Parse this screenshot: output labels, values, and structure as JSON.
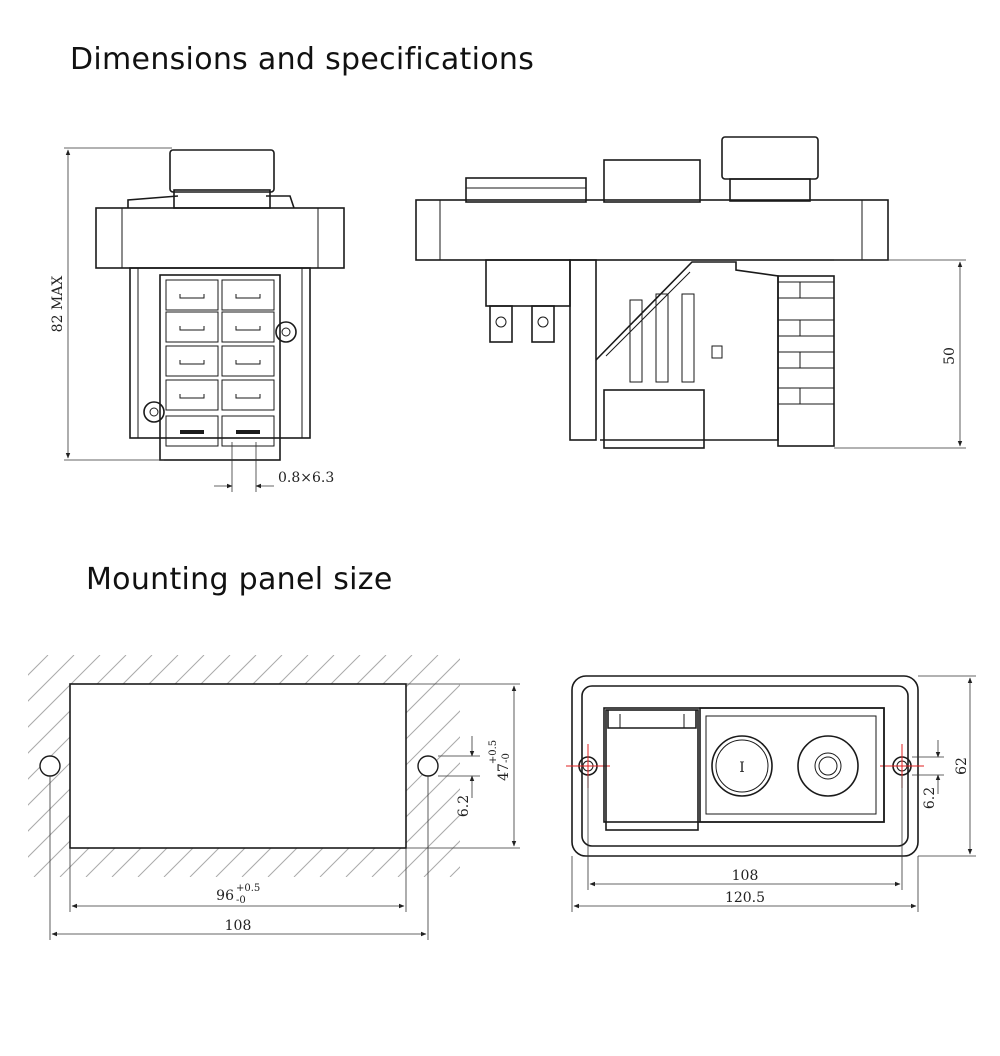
{
  "headings": {
    "dimensions": "Dimensions and specifications",
    "mounting": "Mounting panel size"
  },
  "front_view": {
    "height_label": "82 MAX",
    "terminal_label": "0.8×6.3"
  },
  "side_view": {
    "depth_label": "50"
  },
  "cutout_view": {
    "width_label": "96",
    "width_tol_upper": "+0.5",
    "width_tol_lower": "-0",
    "height_label": "47",
    "height_tol_upper": "+0.5",
    "height_tol_lower": "-0",
    "hole_label": "6.2",
    "total_width_label": "108"
  },
  "plate_view": {
    "hole_spacing_label": "108",
    "overall_width_label": "120.5",
    "height_label": "62",
    "hole_label": "6.2",
    "button_symbol": "I"
  },
  "colors": {
    "line": "#1a1a1a",
    "center_mark": "#e02020",
    "hatch": "#aaaaaa"
  }
}
